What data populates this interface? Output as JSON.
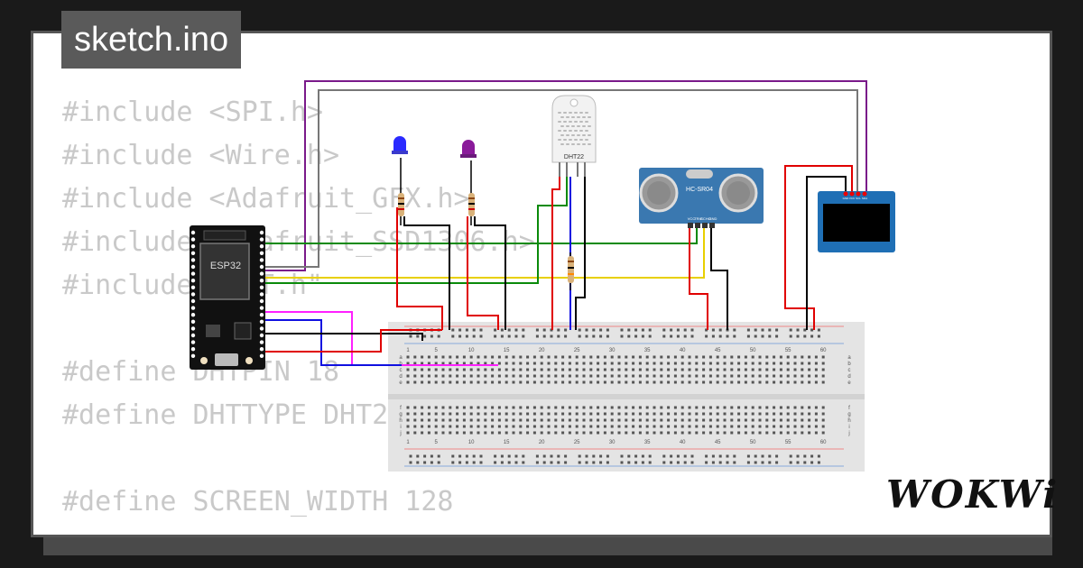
{
  "title": "sketch.ino",
  "code_lines": [
    "#include <SPI.h>",
    "#include <Wire.h>",
    "#include <Adafruit_GFX.h>",
    "#include <Adafruit_SSD1306.h>",
    "#include \"DHT.h\"",
    "",
    "#define DHTPIN 18",
    "#define DHTTYPE DHT22",
    "",
    "#define SCREEN_WIDTH 128"
  ],
  "brand": "WOKWi",
  "components": {
    "esp32_label": "ESP32",
    "dht_label": "DHT22",
    "ultrasonic_label": "HC-SR04",
    "ultrasonic_pins": [
      "VCC",
      "TRIG",
      "ECHO",
      "GND"
    ],
    "oled_pins": [
      "GND",
      "VCC",
      "SCL",
      "SDA"
    ]
  },
  "breadboard": {
    "column_numbers": [
      "1",
      "5",
      "10",
      "15",
      "20",
      "25",
      "30",
      "35",
      "40",
      "45",
      "50",
      "55",
      "60"
    ],
    "row_letters_top": [
      "a",
      "b",
      "c",
      "d",
      "e"
    ],
    "row_letters_bottom": [
      "f",
      "g",
      "h",
      "i",
      "j"
    ]
  },
  "colors": {
    "led_blue": "#2a2aff",
    "led_purple": "#8a1a9a",
    "wire_red": "#e00000",
    "wire_green": "#0a8a0a",
    "wire_yellow": "#e8d000",
    "wire_blue": "#1010e0",
    "wire_magenta": "#ff20ff",
    "wire_purple": "#7a1a8a",
    "wire_black": "#000000"
  }
}
